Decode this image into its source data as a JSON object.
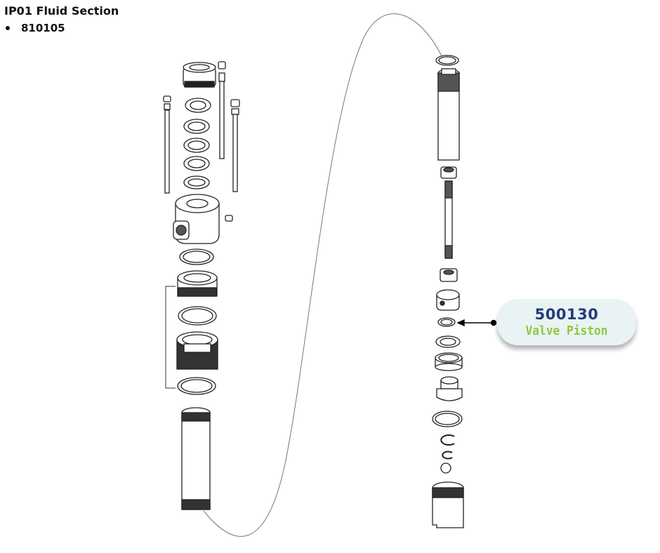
{
  "header": {
    "title": "IP01 Fluid Section",
    "part_number": "810105"
  },
  "callout": {
    "part_number": "500130",
    "part_name": "Valve Piston"
  },
  "colors": {
    "part_number": "#233b7d",
    "part_name": "#8fc83c",
    "callout_bg": "#e9f3f3"
  }
}
